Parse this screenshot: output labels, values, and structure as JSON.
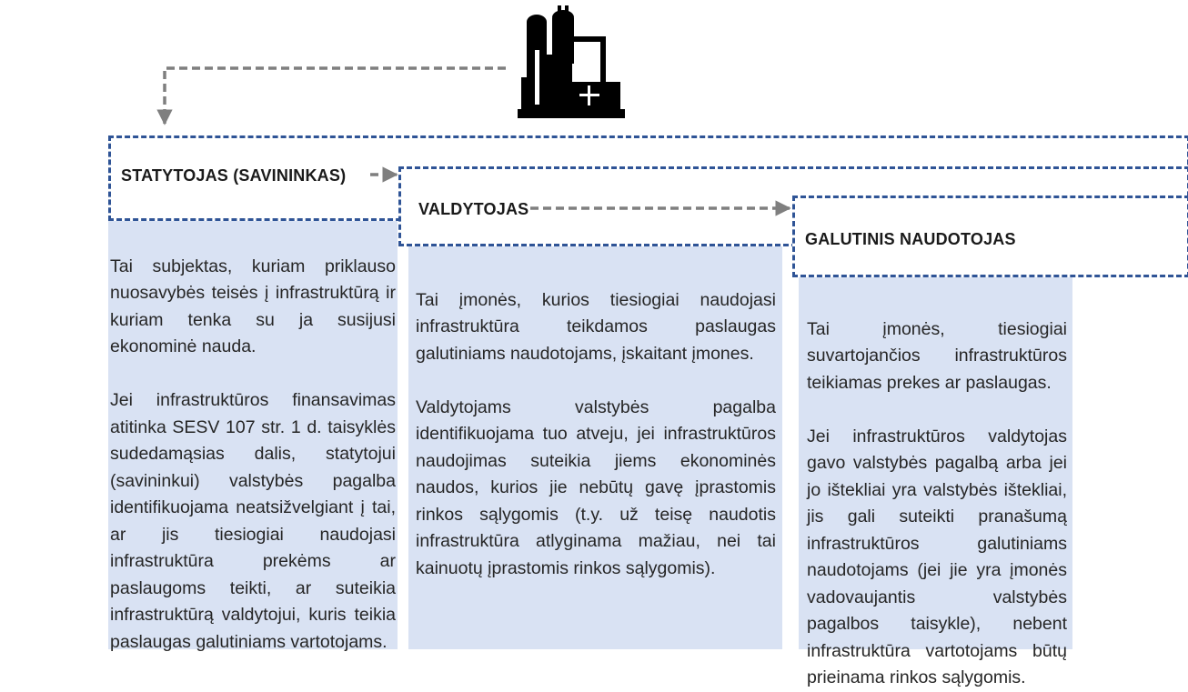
{
  "columns": [
    {
      "heading": "STATYTOJAS (SAVININKAS)",
      "p1": "Tai subjektas, kuriam priklauso nuosavybės teisės į infrastruktūrą ir kuriam tenka su ja susijusi ekonominė nauda.",
      "p2": "Jei infrastruktūros finansavimas atitinka SESV 107 str. 1 d. taisyklės sudedamąsias dalis, statytojui (savininkui) valstybės pagalba identifikuojama neatsižvelgiant į tai, ar jis tiesiogiai naudojasi infrastruktūra prekėms ar paslaugoms teikti, ar suteikia infrastruktūrą valdytojui, kuris teikia paslaugas galutiniams vartotojams."
    },
    {
      "heading": "VALDYTOJAS",
      "p1": "Tai įmonės, kurios tiesiogiai naudojasi infrastruktūra teikdamos paslaugas galutiniams naudotojams, įskaitant įmones.",
      "p2": "Valdytojams valstybės pagalba identifikuojama tuo atveju, jei infrastruktūros naudojimas suteikia jiems ekonominės naudos, kurios jie nebūtų gavę įprastomis rinkos sąlygomis (t.y. už teisę naudotis infrastruktūra atlyginama mažiau, nei tai kainuotų įprastomis rinkos sąlygomis)."
    },
    {
      "heading": "GALUTINIS NAUDOTOJAS",
      "p1": "Tai įmonės, tiesiogiai suvartojančios infrastruktūros teikiamas prekes ar paslaugas.",
      "p2": "Jei infrastruktūros valdytojas gavo valstybės pagalbą arba jei jo ištekliai yra valstybės ištekliai, jis gali suteikti pranašumą infrastruktūros galutiniams naudotojams (jei jie yra įmonės vadovaujantis valstybės pagalbos taisykle), nebent infrastruktūra vartotojams būtų prieinama rinkos sąlygomis."
    }
  ],
  "colors": {
    "column_fill": "#d9e2f3",
    "dashed_border": "#2f5496",
    "arrow": "#7f7f7f",
    "icon": "#000000"
  },
  "icon": "factory-icon"
}
